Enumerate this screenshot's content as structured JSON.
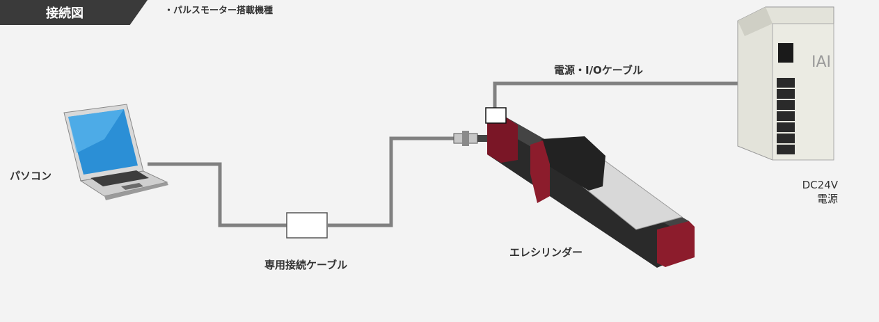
{
  "header": {
    "title": "接続図",
    "subtitle": "・パルスモーター搭載機種"
  },
  "labels": {
    "pc": "パソコン",
    "dedicated_cable": "専用接続ケーブル",
    "actuator": "エレシリンダー",
    "power_io_cable": "電源・I/Oケーブル",
    "power_supply_line1": "DC24V",
    "power_supply_line2": "電源"
  },
  "device_marks": {
    "power_supply_logo": "IAI"
  },
  "colors": {
    "cable": "#808080",
    "actuator_body": "#2a2a2a",
    "actuator_accent": "#8c1c2c",
    "header_bg": "#3a3a3a"
  }
}
